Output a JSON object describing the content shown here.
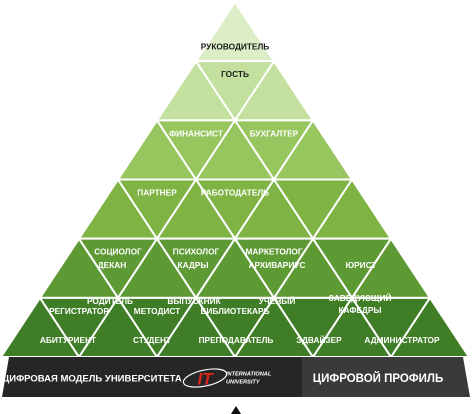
{
  "colors": {
    "row1": "#dceec6",
    "row2": "#c3e09f",
    "row3": "#97c65f",
    "row4": "#7fb445",
    "row5": "#5e9a34",
    "row6": "#3f7e27",
    "outline": "#ffffff",
    "banner_left": "#262626",
    "banner_right": "#3a3a3a",
    "dark_text": "#1c1c1c",
    "light_text": "#ffffff"
  },
  "pyramid": {
    "rows": [
      {
        "labels": [
          "РУКОВОДИТЕЛЬ"
        ]
      },
      {
        "labels": [
          "",
          "ГОСТЬ",
          ""
        ]
      },
      {
        "labels": [
          "",
          "ФИНАНСИСТ",
          "",
          "БУХГАЛТЕР",
          ""
        ]
      },
      {
        "labels": [
          "",
          "ПАРТНЕР",
          "",
          "РАБОТОДАТЕЛЬ",
          "",
          "",
          ""
        ]
      },
      {
        "labels": [
          "",
          "СОЦИОЛОГ",
          "",
          "ПСИХОЛОГ",
          "",
          "МАРКЕТОЛОГ",
          "",
          "",
          ""
        ]
      },
      {
        "labels": [
          "",
          "РЕГИСТРАТОР",
          "",
          "МЕТОДИСТ",
          "",
          "БИБЛИОТЕКАРЬ",
          "",
          "",
          "",
          "",
          ""
        ]
      }
    ],
    "extra_labels": [
      {
        "text": "ДЕКАН"
      },
      {
        "text": "КАДРЫ"
      },
      {
        "text": "АРХИВАРИУС"
      },
      {
        "text": "ЮРИСТ"
      },
      {
        "text": "РОДИТЕЛЬ"
      },
      {
        "text": "ВЫПУСКНИК"
      },
      {
        "text": "УЧЕНЫЙ"
      },
      {
        "text": "ЗАВЕДУЮЩИЙ"
      },
      {
        "text": "КАФЕДРЫ"
      },
      {
        "text": "АБИТУРИЕНТ"
      },
      {
        "text": "СТУДЕНТ"
      },
      {
        "text": "ПРЕПОДАВАТЕЛЬ"
      },
      {
        "text": "ЭДВАЙЗЕР"
      },
      {
        "text": "АДМИНИСТРАТОР"
      }
    ]
  },
  "banner": {
    "left_title": "ЦИФРОВАЯ МОДЕЛЬ УНИВЕРСИТЕТА",
    "logo_mark": "IT",
    "logo_line1": "INTERNATIONAL",
    "logo_line2": "UNIVERSITY",
    "right_title": "ЦИФРОВОЙ ПРОФИЛЬ"
  }
}
